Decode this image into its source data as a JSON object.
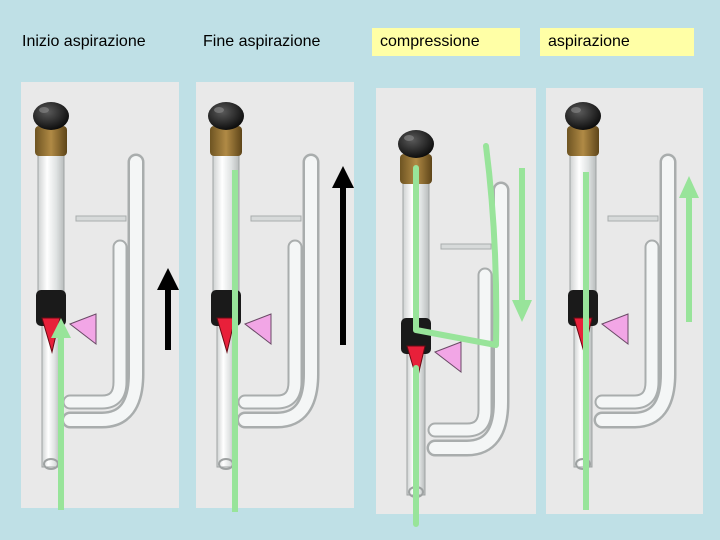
{
  "labels": {
    "l1": "Inizio aspirazione",
    "l2": "Fine aspirazione",
    "l3": "compressione",
    "l4": "aspirazione"
  },
  "colors": {
    "background": "#bfe0e6",
    "label_highlight": "#ffffa6",
    "flow_arrow": "#98e49a",
    "direction_arrow": "#000000",
    "valve_closed": "#e8203a",
    "valve_open": "#f2a6e6",
    "stopper": "#1a1a1a"
  },
  "panels": [
    {
      "caption": "Inizio aspirazione",
      "direction_arrow": "up-black",
      "flow": "up-through-main-tube",
      "main_valve": "red",
      "side_valve": "pink"
    },
    {
      "caption": "Fine aspirazione",
      "direction_arrow": "up-black",
      "flow": "full-main-tube",
      "main_valve": "red",
      "side_valve": "pink"
    },
    {
      "caption": "compressione",
      "direction_arrow": "down-green",
      "flow": "loop-through-side-arm",
      "main_valve": "red",
      "side_valve": "pink"
    },
    {
      "caption": "aspirazione",
      "direction_arrow": "up-green",
      "flow": "full-main-tube",
      "main_valve": "red",
      "side_valve": "pink"
    }
  ]
}
